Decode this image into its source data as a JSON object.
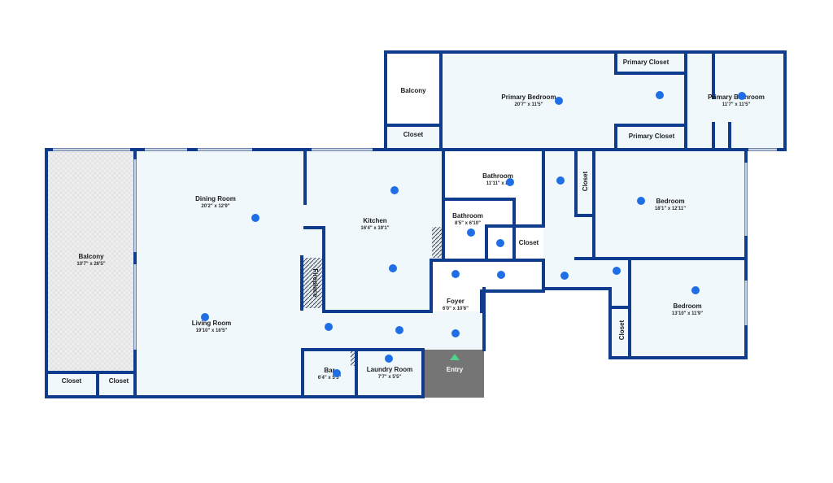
{
  "rooms": {
    "balcony_upper": {
      "name": "Balcony"
    },
    "primary_bedroom": {
      "name": "Primary Bedroom",
      "dims": "20'7\" x 11'5\""
    },
    "primary_closet_top": {
      "name": "Primary Closet"
    },
    "primary_closet_bottom": {
      "name": "Primary Closet"
    },
    "primary_bathroom": {
      "name": "Primary Bathroom",
      "dims": "11'7\" x 11'5\""
    },
    "closet_upper": {
      "name": "Closet"
    },
    "bathroom1": {
      "name": "Bathroom",
      "dims": "11'11\" x 8'"
    },
    "bathroom2": {
      "name": "Bathroom",
      "dims": "8'5\" x 6'10\""
    },
    "closet_bath": {
      "name": "Closet"
    },
    "closet_vertical_1": {
      "name": "Closet"
    },
    "bedroom1": {
      "name": "Bedroom",
      "dims": "18'1\" x 12'11\""
    },
    "bedroom2": {
      "name": "Bedroom",
      "dims": "13'10\" x 11'9\""
    },
    "closet_vertical_2": {
      "name": "Closet"
    },
    "dining_room": {
      "name": "Dining Room",
      "dims": "20'2\" x 12'9\""
    },
    "kitchen": {
      "name": "Kitchen",
      "dims": "16'4\" x 19'1\""
    },
    "balcony_left": {
      "name": "Balcony",
      "dims": "10'7\" x 26'5\""
    },
    "fireplace": {
      "name": "Fireplace"
    },
    "living_room": {
      "name": "Living Room",
      "dims": "19'10\" x 16'5\""
    },
    "foyer": {
      "name": "Foyer",
      "dims": "6'0\" x 10'6\""
    },
    "closet_bl1": {
      "name": "Closet"
    },
    "closet_bl2": {
      "name": "Closet"
    },
    "bar": {
      "name": "Bar",
      "dims": "6'4\" x 5'5\""
    },
    "laundry": {
      "name": "Laundry Room",
      "dims": "7'7\" x 5'5\""
    },
    "entry": {
      "name": "Entry"
    }
  },
  "colors": {
    "wall": "#0f3c8c",
    "floor": "#f1f8fc",
    "balcony_floor": "#eeeeee",
    "entry_floor": "#757575",
    "pin": "#1f6ee6",
    "entry_arrow": "#4fd28a"
  }
}
